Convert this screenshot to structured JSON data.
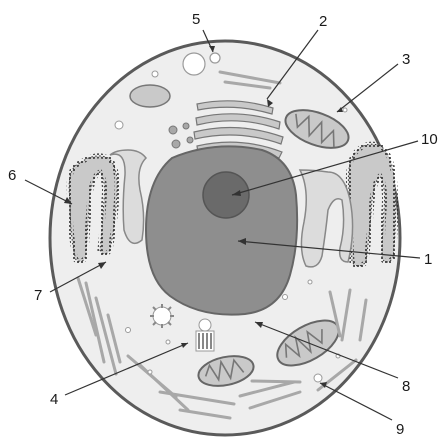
{
  "colors": {
    "membrane": "#5a5a5a",
    "cytoplasm": "#eeeeee",
    "nucleus": "#8e8e8e",
    "nucleolus": "#6a6a6a",
    "organelle_fill": "#c9c9c9",
    "leader": "#333333"
  },
  "labels": {
    "l1": "1",
    "l2": "2",
    "l3": "3",
    "l4": "4",
    "l5": "5",
    "l6": "6",
    "l7": "7",
    "l8": "8",
    "l9": "9",
    "l10": "10"
  }
}
